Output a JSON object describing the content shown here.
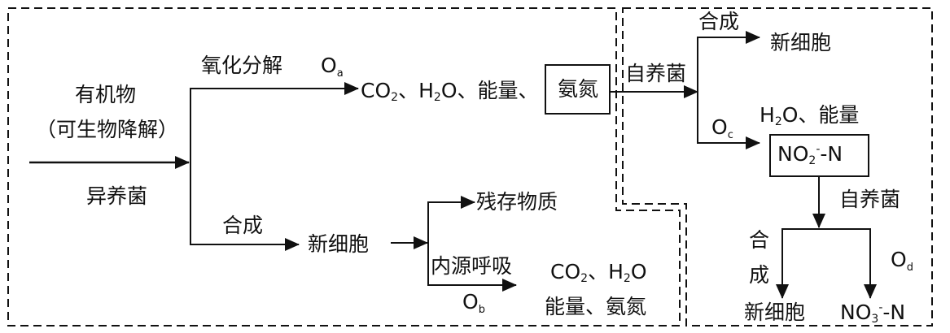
{
  "regions": {
    "heterotroph_zone": "heterotrophic-bacteria-region",
    "autotroph_zone": "autotrophic-bacteria-region"
  },
  "input": {
    "line1": "有机物",
    "line2": "（可生物降解）",
    "organism": "异养菌"
  },
  "oxidation_branch": {
    "label": "氧化分解",
    "oxygen": "O",
    "oxygen_sub": "a",
    "products_co2": "CO",
    "products_co2_sub": "2",
    "sep1": "、",
    "products_h": "H",
    "products_h_sub": "2",
    "products_o": "O",
    "sep2": "、",
    "products_energy": "能量、",
    "ammonia_box": "氨氮"
  },
  "synthesis_branch": {
    "label": "合成",
    "product": "新细胞",
    "residual": "残存物质",
    "endogenous": "内源呼吸",
    "oxygen": "O",
    "oxygen_sub": "b",
    "out_line1_co2": "CO",
    "out_line1_sub": "2",
    "out_line1_sep": "、",
    "out_line1_h": "H",
    "out_line1_h_sub": "2",
    "out_line1_o": "O",
    "out_line2": "能量、氨氮"
  },
  "nitritation": {
    "organism": "自养菌",
    "synth_label": "合成",
    "synth_product": "新细胞",
    "oxygen": "O",
    "oxygen_sub": "c",
    "byproducts_h": "H",
    "byproducts_h_sub": "2",
    "byproducts_rest": "O、能量",
    "box_no": "NO",
    "box_sub": "2",
    "box_sup": "-",
    "box_rest": "-N"
  },
  "nitratation": {
    "organism": "自养菌",
    "synth_label_1": "合",
    "synth_label_2": "成",
    "synth_product": "新细胞",
    "oxygen": "O",
    "oxygen_sub": "d",
    "product_no": "NO",
    "product_sub": "3",
    "product_sup": "-",
    "product_rest": "-N"
  }
}
